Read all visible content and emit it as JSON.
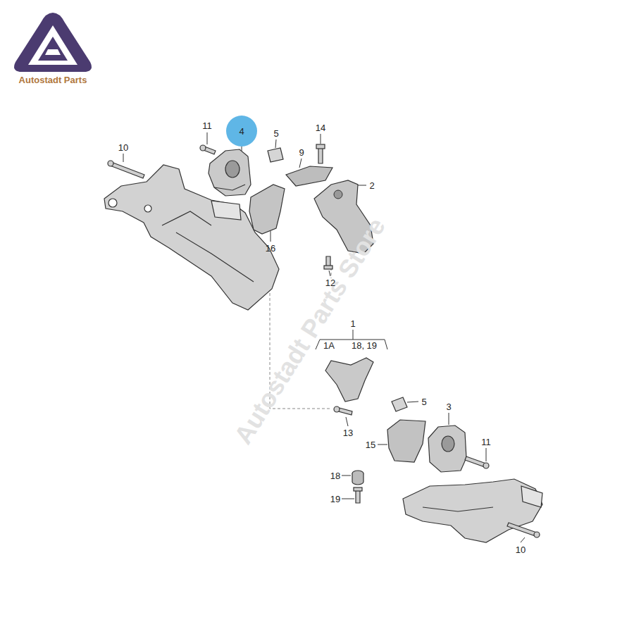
{
  "diagram": {
    "labels": [
      "Autostadt Parts",
      "11",
      "4",
      "5",
      "14",
      "10",
      "9",
      "2",
      "16",
      "12",
      "1",
      "1A",
      "18, 19",
      "5",
      "3",
      "13",
      "15",
      "11",
      "18",
      "19",
      "10",
      "Autostadt Parts Store"
    ]
  }
}
